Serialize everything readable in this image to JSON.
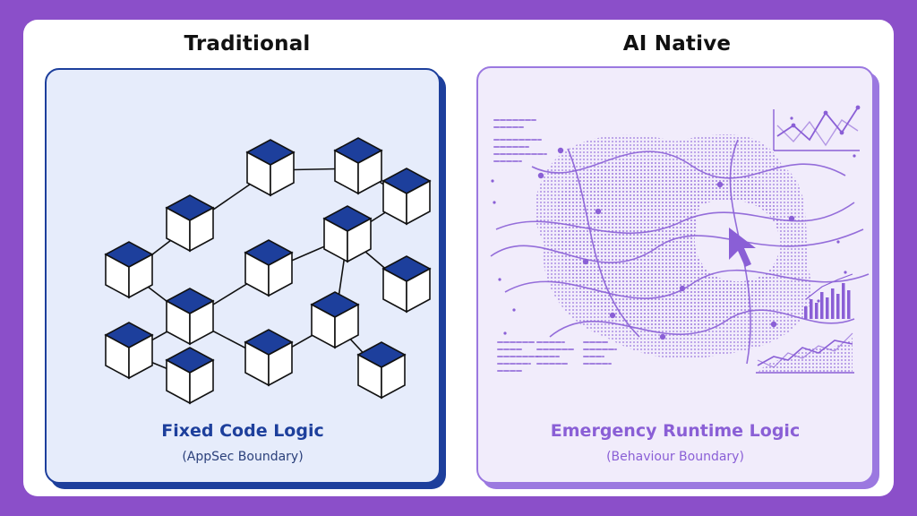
{
  "colors": {
    "background": "#8b4fc9",
    "traditional_accent": "#1d3f9c",
    "traditional_fill": "#e6ecfb",
    "ai_accent": "#8a5fd6",
    "ai_fill": "#f1ecfb"
  },
  "left": {
    "heading": "Traditional",
    "caption_title": "Fixed Code Logic",
    "caption_sub": "(AppSec Boundary)"
  },
  "right": {
    "heading": "AI Native",
    "caption_title": "Emergency Runtime Logic",
    "caption_sub": "(Behaviour Boundary)",
    "icons": [
      "cursor-arrow-icon",
      "line-chart-icon",
      "bar-chart-icon",
      "area-chart-icon"
    ]
  }
}
